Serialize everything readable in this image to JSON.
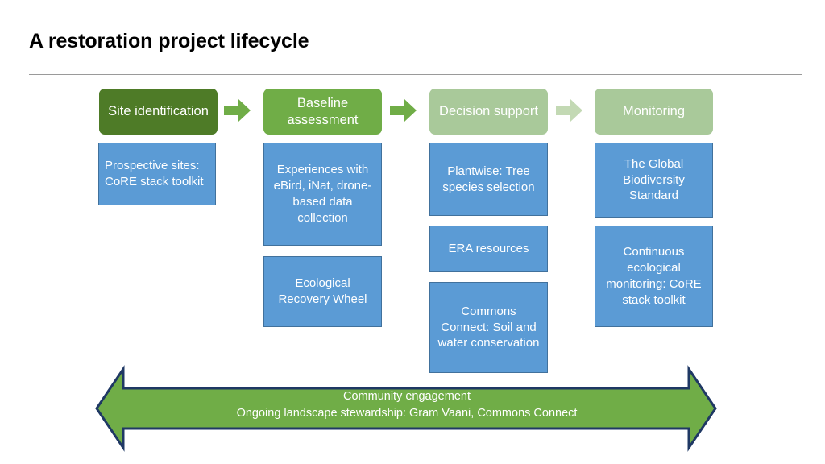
{
  "slide": {
    "title": "A restoration project lifecycle"
  },
  "colors": {
    "stage_1": "#4e7b27",
    "stage_2": "#70ad47",
    "stage_3": "#a9c99a",
    "stage_4": "#a9c99a",
    "connector_1": "#70ad47",
    "connector_2": "#70ad47",
    "connector_3": "#c3d9b4",
    "item_fill": "#5b9bd5",
    "item_border": "#41719c",
    "banner_fill": "#70ad47",
    "banner_border": "#1f3864",
    "rule": "#9a9a9a",
    "title_text": "#000000"
  },
  "stages": [
    {
      "id": "site-identification",
      "label": "Site identification",
      "header_color": "#4e7b27",
      "text_align": "left",
      "items": [
        {
          "label": "Prospective sites: CoRE stack toolkit"
        }
      ]
    },
    {
      "id": "baseline-assessment",
      "label": "Baseline assessment",
      "header_color": "#70ad47",
      "text_align": "center",
      "items": [
        {
          "label": "Experiences with eBird, iNat, drone-based data collection"
        },
        {
          "label": "Ecological Recovery Wheel"
        }
      ]
    },
    {
      "id": "decision-support",
      "label": "Decision support",
      "header_color": "#a9c99a",
      "text_align": "center",
      "items": [
        {
          "label": "Plantwise: Tree species selection"
        },
        {
          "label": "ERA resources"
        },
        {
          "label": "Commons Connect: Soil and water conservation"
        }
      ]
    },
    {
      "id": "monitoring",
      "label": "Monitoring",
      "header_color": "#a9c99a",
      "text_align": "center",
      "items": [
        {
          "label": "The Global Biodiversity Standard"
        },
        {
          "label": "Continuous ecological monitoring: CoRE stack toolkit"
        }
      ]
    }
  ],
  "connectors": [
    {
      "id": "connector-1",
      "color": "#70ad47"
    },
    {
      "id": "connector-2",
      "color": "#70ad47"
    },
    {
      "id": "connector-3",
      "color": "#c3d9b4"
    }
  ],
  "banner": {
    "line_1": "Community engagement",
    "line_2": "Ongoing landscape stewardship: Gram Vaani, Commons Connect"
  }
}
